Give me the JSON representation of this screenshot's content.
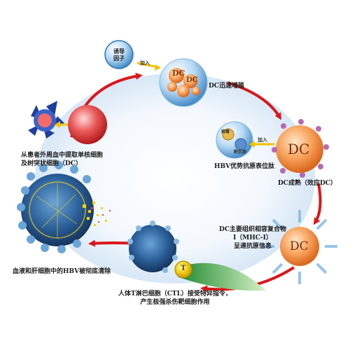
{
  "diagram": {
    "inducer_label": "诱导\n因子",
    "add_label_1": "加入",
    "add_label_2": "加入",
    "dc_proliferate": "DC迅速增殖",
    "hbv_antigen": "HBV优势抗原表位肽",
    "dc_mature": "DC成熟（效应DC）",
    "mhc_present": "DC主要组织相容复合物\nⅠ（MHC-Ⅰ）\n呈递抗原信息",
    "ctl_attack": "人体T淋巴细胞（CTL）接受特异指令，\n产生极强杀伤靶细胞作用",
    "hbv_cleared": "血液和肝细胞中的HBV被彻底清除",
    "extract_cells": "从患者外周血中提取单核细胞\n及树突状细胞（DC）",
    "dc_text": "DC",
    "t_text": "T",
    "virus_tag": "病毒",
    "peptide_tag": "靶抗原",
    "colors": {
      "cycle_red": "#d8181c",
      "dc_orange": "#f07a28",
      "cell_blue": "#1a4f8a",
      "t_green": "#3aa83a"
    }
  }
}
